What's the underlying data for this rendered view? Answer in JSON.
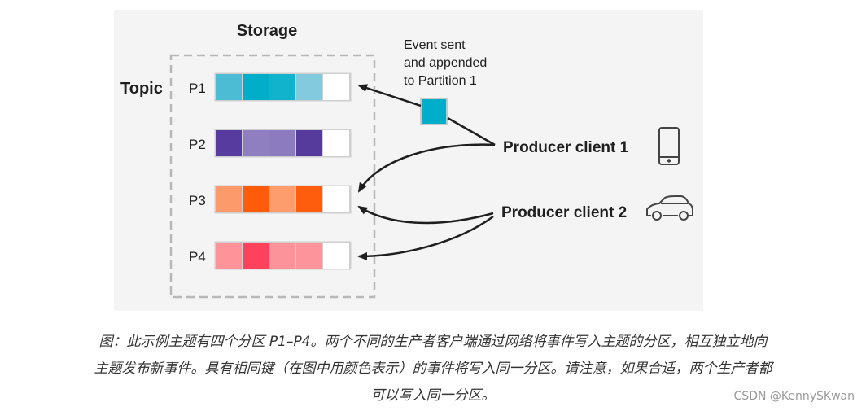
{
  "diagram": {
    "storage_label": "Storage",
    "topic_label": "Topic",
    "partitions": [
      {
        "label": "P1",
        "cells": [
          "#4bbcd3",
          "#00aec9",
          "#11b2cb",
          "#83cadf",
          "#ffffff"
        ]
      },
      {
        "label": "P2",
        "cells": [
          "#573b9e",
          "#8f7fc1",
          "#8c7cbf",
          "#563b9d",
          "#ffffff"
        ]
      },
      {
        "label": "P3",
        "cells": [
          "#fd9a6b",
          "#fe5b0b",
          "#fd9d6e",
          "#fe5d0e",
          "#ffffff"
        ]
      },
      {
        "label": "P4",
        "cells": [
          "#fe939a",
          "#fe415c",
          "#fd939a",
          "#fd939b",
          "#ffffff"
        ]
      }
    ],
    "event_label_lines": [
      "Event sent",
      "and appended",
      "to Partition 1"
    ],
    "event_color": "#00aec9",
    "producers": [
      {
        "label": "Producer client 1",
        "icon": "smartphone-icon"
      },
      {
        "label": "Producer client 2",
        "icon": "car-icon"
      }
    ]
  },
  "caption": {
    "lines": [
      "图：此示例主题有四个分区 P1–P4。两个不同的生产者客户端通过网络将事件写入主题的分区，相互独立地向",
      "主题发布新事件。具有相同键（在图中用颜色表示）的事件将写入同一分区。请注意，如果合适，两个生产者都",
      "可以写入同一分区。"
    ]
  },
  "watermark": "CSDN @KennySKwan"
}
